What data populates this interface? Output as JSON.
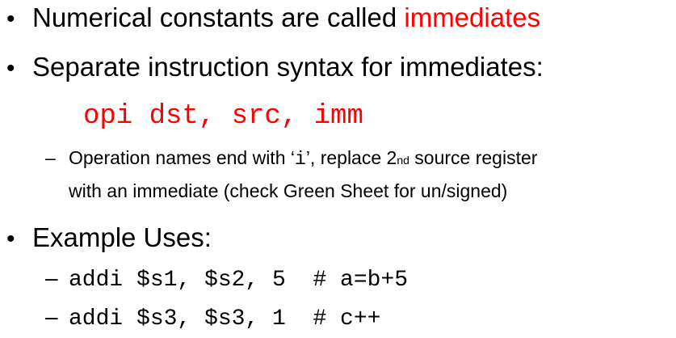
{
  "bullets": {
    "b1_pre": "Numerical constants are called ",
    "b1_highlight": "immediates",
    "b2": "Separate instruction syntax for immediates:",
    "b3": "Example Uses:"
  },
  "syntax": "opi dst, src, imm",
  "sub_note": {
    "part1": "Operation names end with ‘",
    "code": "i",
    "part2": "’, replace 2",
    "sup": "nd",
    "part3": " source register",
    "line2": "with an immediate (check Green Sheet for un/signed)"
  },
  "examples": [
    "addi $s1, $s2, 5  # a=b+5",
    "addi $s3, $s3, 1  # c++"
  ],
  "symbols": {
    "bullet": "•",
    "dash": "–"
  },
  "colors": {
    "highlight": "#ff0000",
    "text": "#000000"
  }
}
